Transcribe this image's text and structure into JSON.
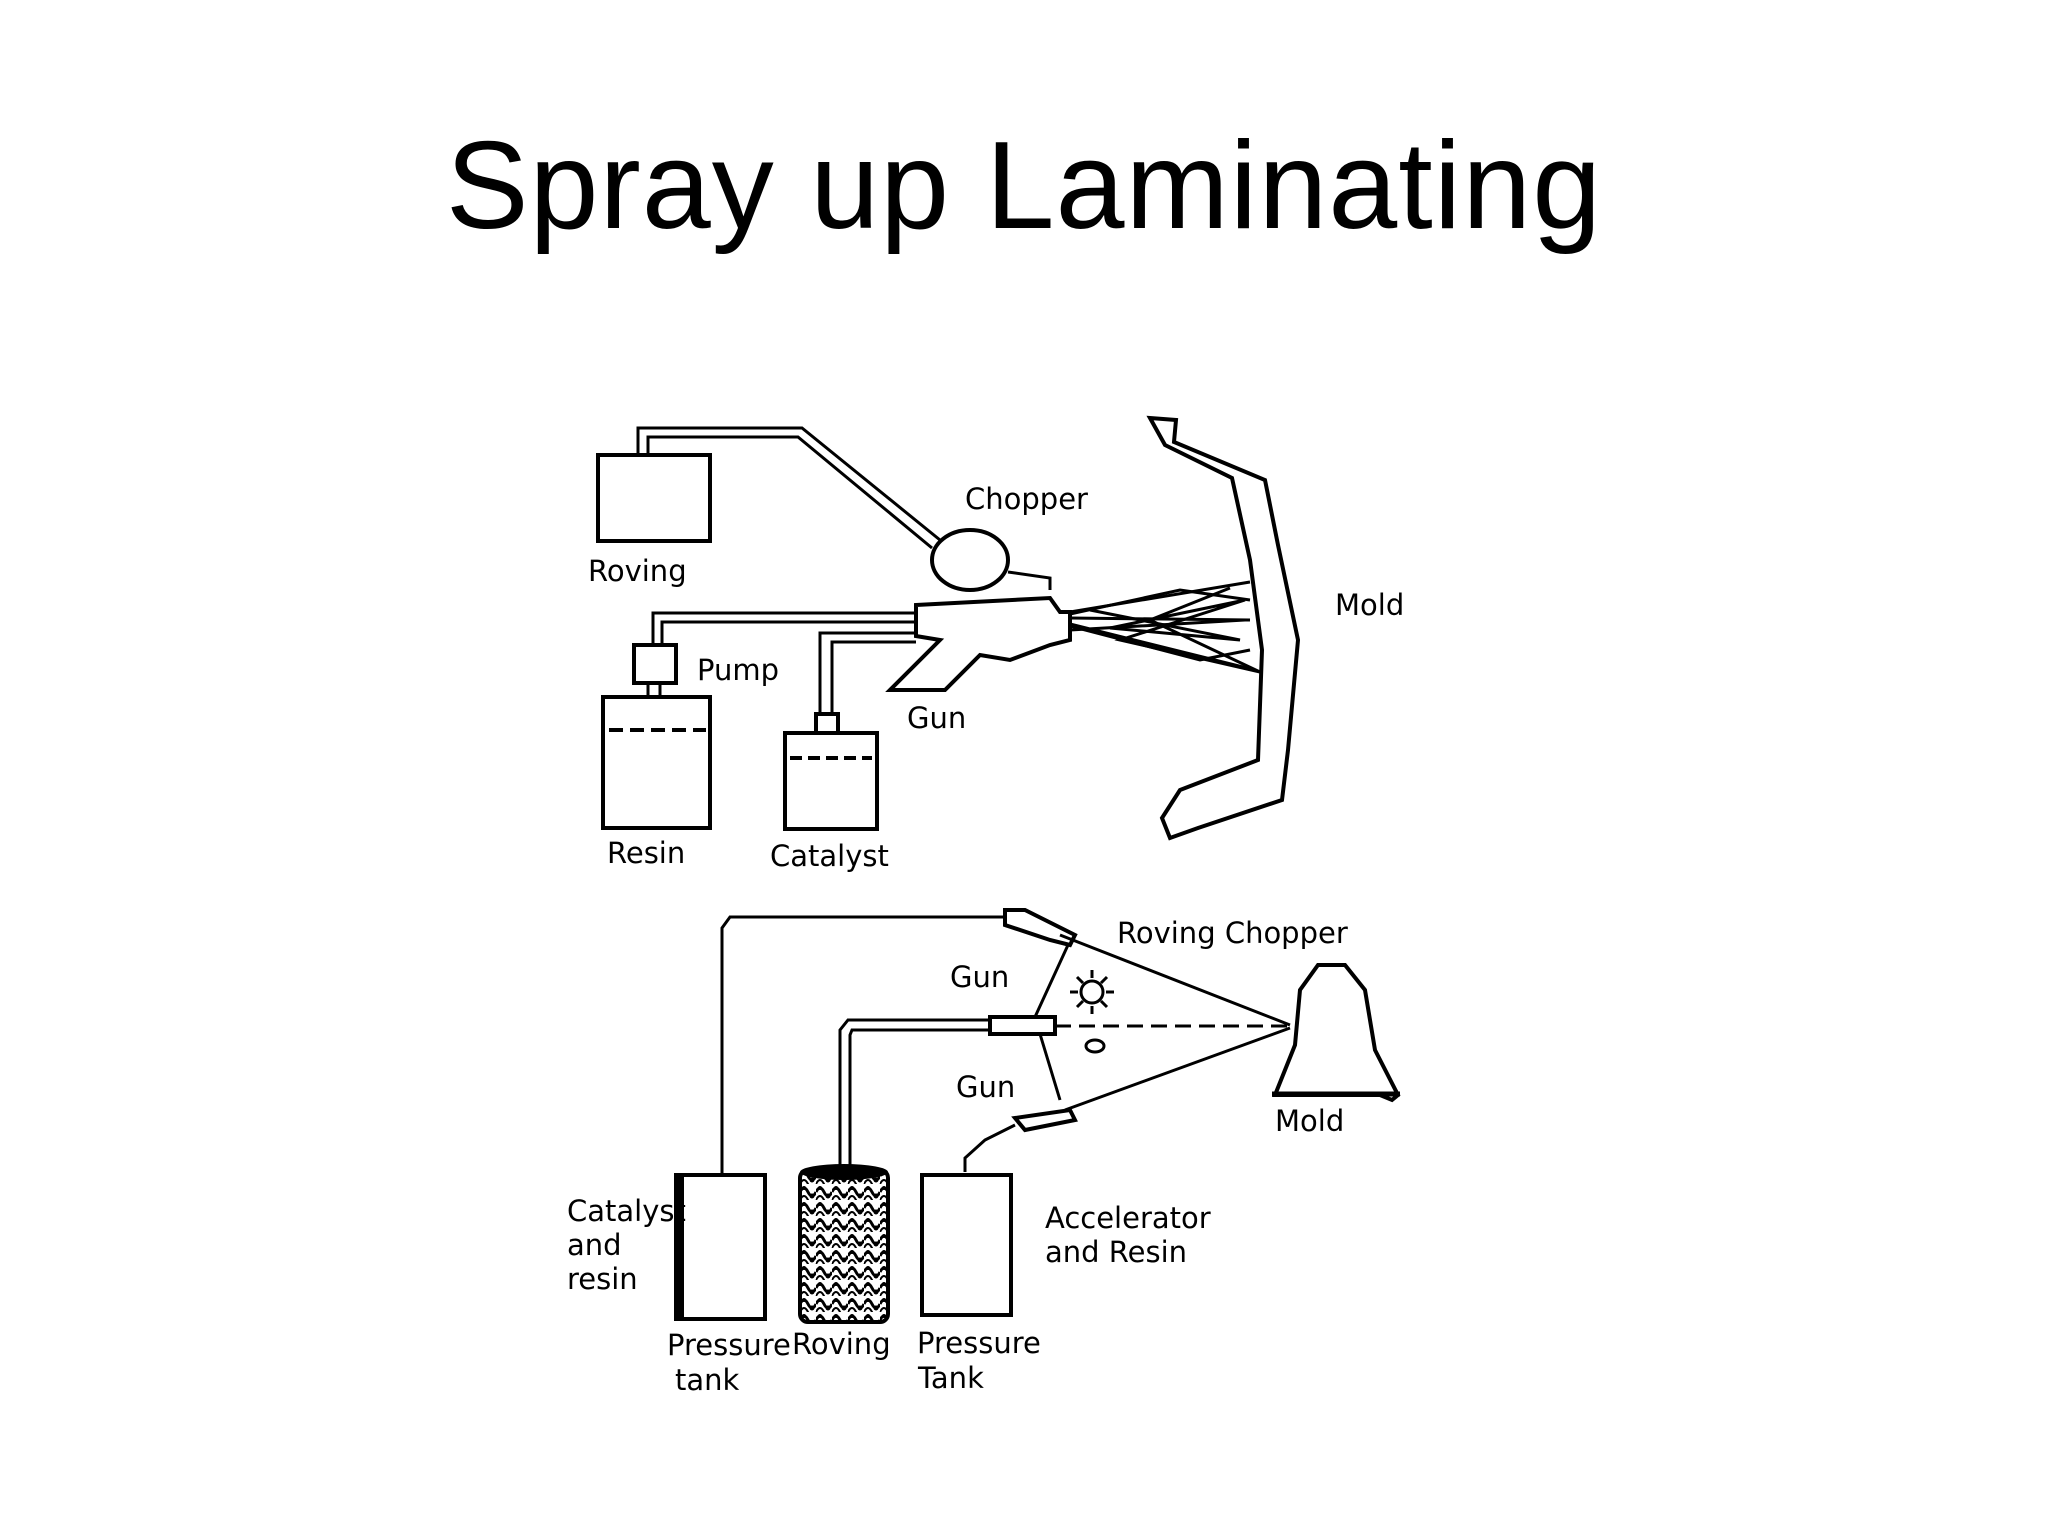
{
  "title": "Spray up Laminating",
  "top_diagram": {
    "labels": {
      "roving": "Roving",
      "chopper": "Chopper",
      "mold": "Mold",
      "pump": "Pump",
      "gun": "Gun",
      "resin": "Resin",
      "catalyst": "Catalyst"
    }
  },
  "bottom_diagram": {
    "labels": {
      "roving_chopper": "Roving Chopper",
      "gun_upper": "Gun",
      "gun_lower": "Gun",
      "mold": "Mold",
      "catalyst_line1": "Catalyst",
      "catalyst_line2": "and",
      "catalyst_line3": "resin",
      "accelerator_line1": "Accelerator",
      "accelerator_line2": "and Resin",
      "pressure_tank_left_line1": "Pressure",
      "pressure_tank_left_line2": "tank",
      "roving": "Roving",
      "pressure_tank_right_line1": "Pressure",
      "pressure_tank_right_line2": "Tank"
    }
  }
}
